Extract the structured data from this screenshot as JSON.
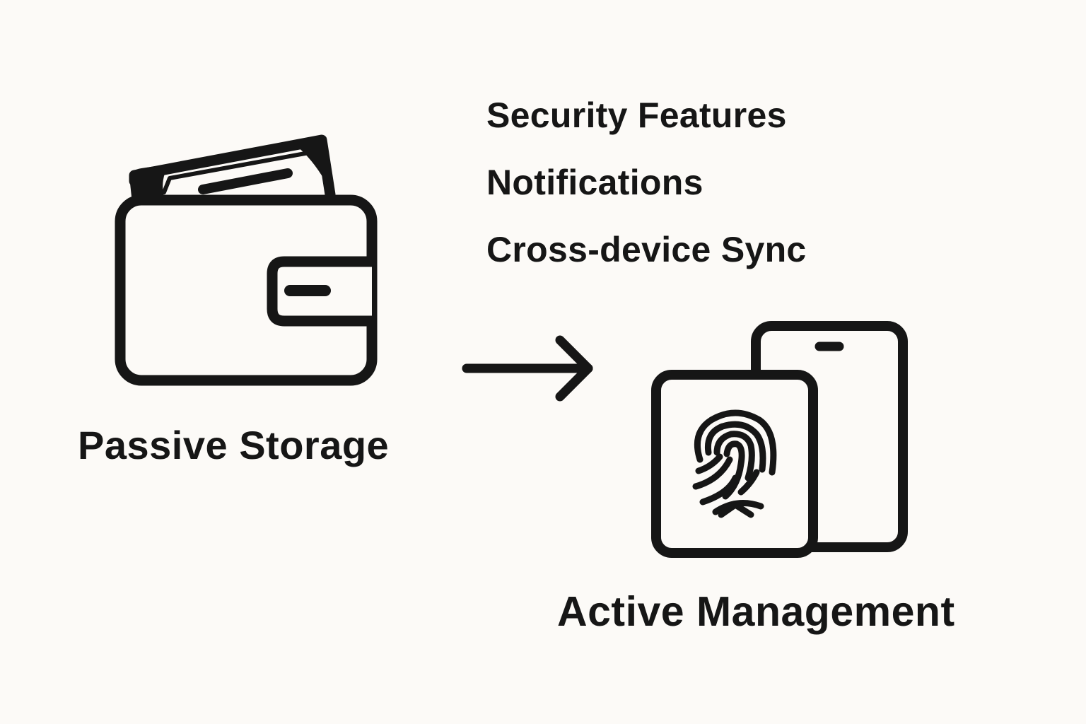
{
  "diagram": {
    "source": {
      "label": "Passive Storage",
      "icon": "wallet-icon"
    },
    "connector": {
      "icon": "arrow-right-icon"
    },
    "target": {
      "label": "Active Management",
      "icon": "phone-fingerprint-icon"
    },
    "features": [
      "Security Features",
      "Notifications",
      "Cross-device Sync"
    ]
  },
  "colors": {
    "background": "#fcfaf7",
    "ink": "#161616"
  }
}
